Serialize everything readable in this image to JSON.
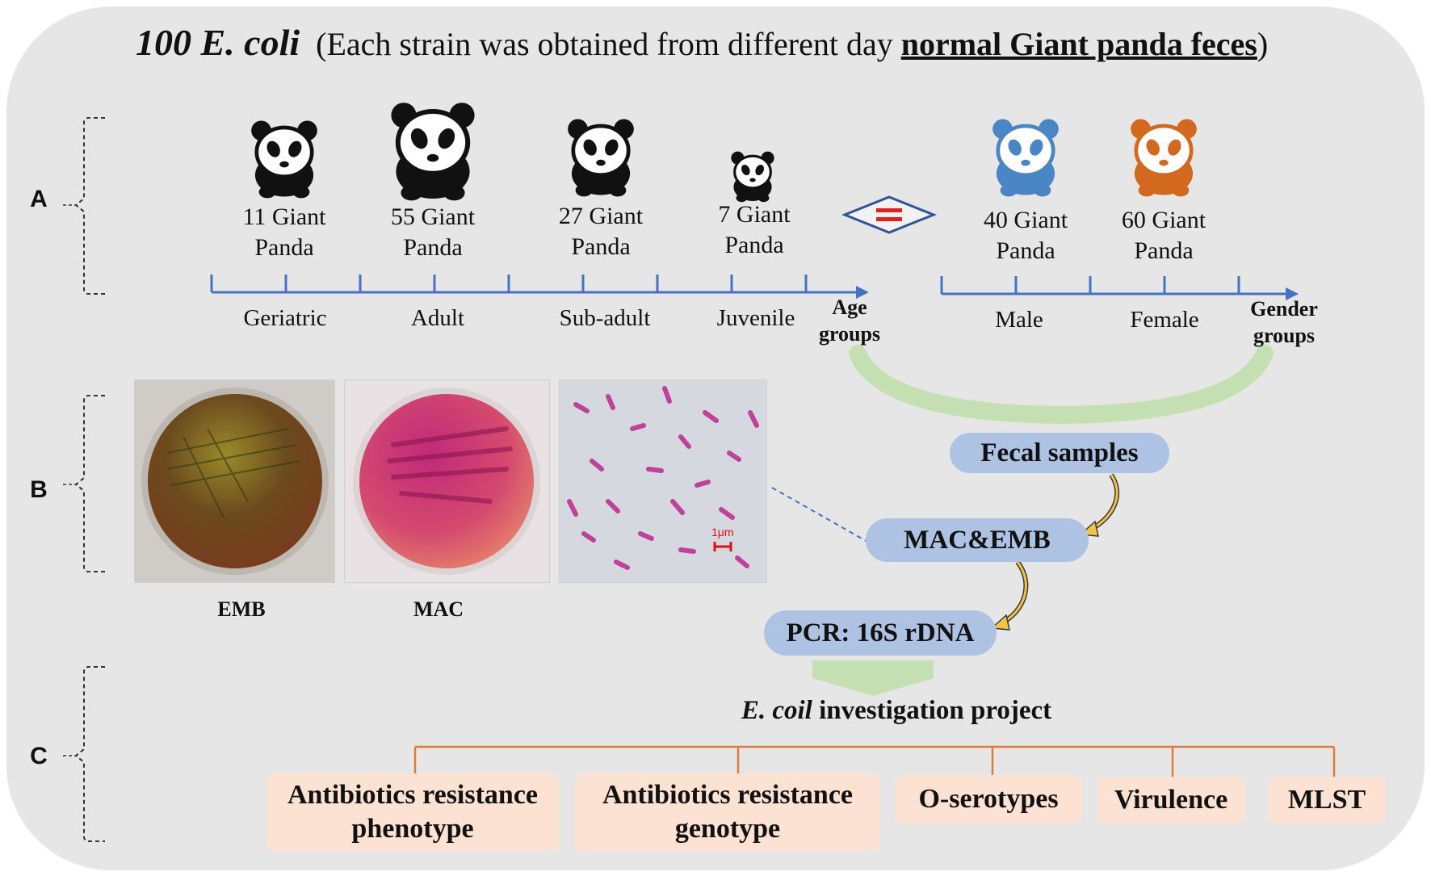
{
  "title": {
    "part1": "100 E. coli",
    "part2": "(Each strain was obtained from different day ",
    "part3": "normal Giant panda feces",
    "part4": ")"
  },
  "section_labels": [
    "A",
    "B",
    "C"
  ],
  "age_pandas": [
    {
      "count": "11 Giant",
      "noun": "Panda",
      "group": "Geriatric"
    },
    {
      "count": "55 Giant",
      "noun": "Panda",
      "group": "Adult"
    },
    {
      "count": "27 Giant",
      "noun": "Panda",
      "group": "Sub-adult"
    },
    {
      "count": "7 Giant",
      "noun": "Panda",
      "group": "Juvenile"
    }
  ],
  "gender_pandas": [
    {
      "count": "40 Giant",
      "noun": "Panda",
      "group": "Male"
    },
    {
      "count": "60 Giant",
      "noun": "Panda",
      "group": "Female"
    }
  ],
  "age_axis_label": {
    "line1": "Age",
    "line2": "groups"
  },
  "gender_axis_label": {
    "line1": "Gender",
    "line2": "groups"
  },
  "equals_symbol": "=",
  "flow_nodes": {
    "fecal": "Fecal samples",
    "mac_emb": "MAC&EMB",
    "pcr": "PCR: 16S rDNA"
  },
  "photos": {
    "emb_caption": "EMB",
    "mac_caption": "MAC",
    "scale_label": "1μm"
  },
  "project": {
    "italic": "E. coil",
    "rest": " investigation project"
  },
  "outcomes": [
    {
      "line1": "Antibiotics resistance",
      "line2": "phenotype"
    },
    {
      "line1": "Antibiotics resistance",
      "line2": "genotype"
    },
    {
      "line1": "O-serotypes",
      "line2": ""
    },
    {
      "line1": "Virulence",
      "line2": ""
    },
    {
      "line1": "MLST",
      "line2": ""
    }
  ],
  "colors": {
    "panel_bg": "#e6e6e6",
    "axis_blue": "#4472c4",
    "node_blue": "#aec3e3",
    "outcome_fill": "#fbe2d2",
    "tree_orange": "#e07b39",
    "arc_green": "#c4e0b2",
    "male_panda": "#4a86c5",
    "female_panda": "#d2691e",
    "age_panda": "#111111"
  },
  "icons": [
    "panda-icon",
    "diamond-equals-icon",
    "curved-arrow-icon",
    "bracket-icon"
  ]
}
